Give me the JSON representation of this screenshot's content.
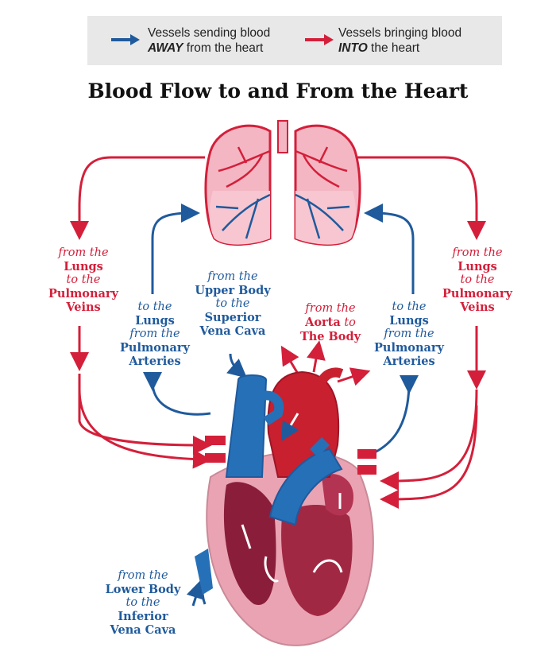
{
  "legend": {
    "away": {
      "line1": "Vessels sending blood",
      "line2_em": "AWAY",
      "line2_rest": " from the heart",
      "color": "#1f5a9c"
    },
    "into": {
      "line1": "Vessels bringing blood",
      "line2_em": "INTO",
      "line2_rest": " the heart",
      "color": "#d41f3a"
    }
  },
  "title": "Blood Flow to and From the Heart",
  "labels": {
    "pulm_veins_left": {
      "a": "from the",
      "b": "Lungs",
      "c": "to the",
      "d": "Pulmonary",
      "e": "Veins"
    },
    "pulm_veins_right": {
      "a": "from the",
      "b": "Lungs",
      "c": "to the",
      "d": "Pulmonary",
      "e": "Veins"
    },
    "pulm_arteries_left": {
      "a": "to the",
      "b": "Lungs",
      "c": "from the",
      "d": "Pulmonary",
      "e": "Arteries"
    },
    "pulm_arteries_right": {
      "a": "to the",
      "b": "Lungs",
      "c": "from the",
      "d": "Pulmonary",
      "e": "Arteries"
    },
    "upper_body": {
      "a": "from the",
      "b": "Upper Body",
      "c": "to the",
      "d": "Superior",
      "e": "Vena Cava"
    },
    "aorta": {
      "a": "from the",
      "b": "Aorta",
      "c": "to",
      "d": "The Body"
    },
    "lower_body": {
      "a": "from the",
      "b": "Lower Body",
      "c": "to the",
      "d": "Inferior",
      "e": "Vena Cava"
    }
  },
  "colors": {
    "red": "#d41f3a",
    "blue": "#1f5a9c",
    "lung": "#f4b6c3",
    "heart": "#e8a0ae"
  }
}
